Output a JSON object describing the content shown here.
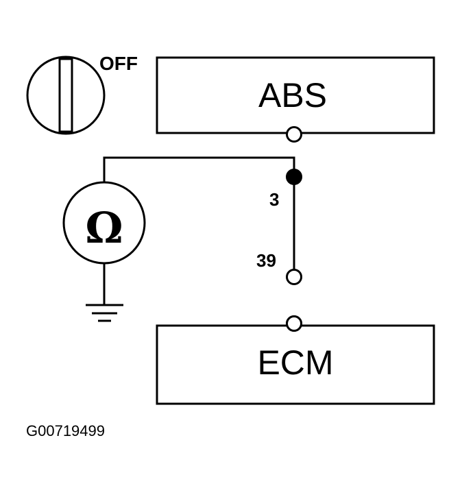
{
  "ignition_switch": {
    "position_label": "OFF",
    "icon": "ignition-switch-icon"
  },
  "modules": {
    "top": {
      "label": "ABS"
    },
    "bottom": {
      "label": "ECM"
    }
  },
  "connector_pins": {
    "pin_a": "3",
    "pin_b": "39"
  },
  "meter": {
    "symbol": "Ω",
    "icon": "ohmmeter-icon"
  },
  "ground": {
    "icon": "ground-icon"
  },
  "figure_id": "G00719499",
  "colors": {
    "ink": "#000000",
    "paper": "#ffffff"
  }
}
